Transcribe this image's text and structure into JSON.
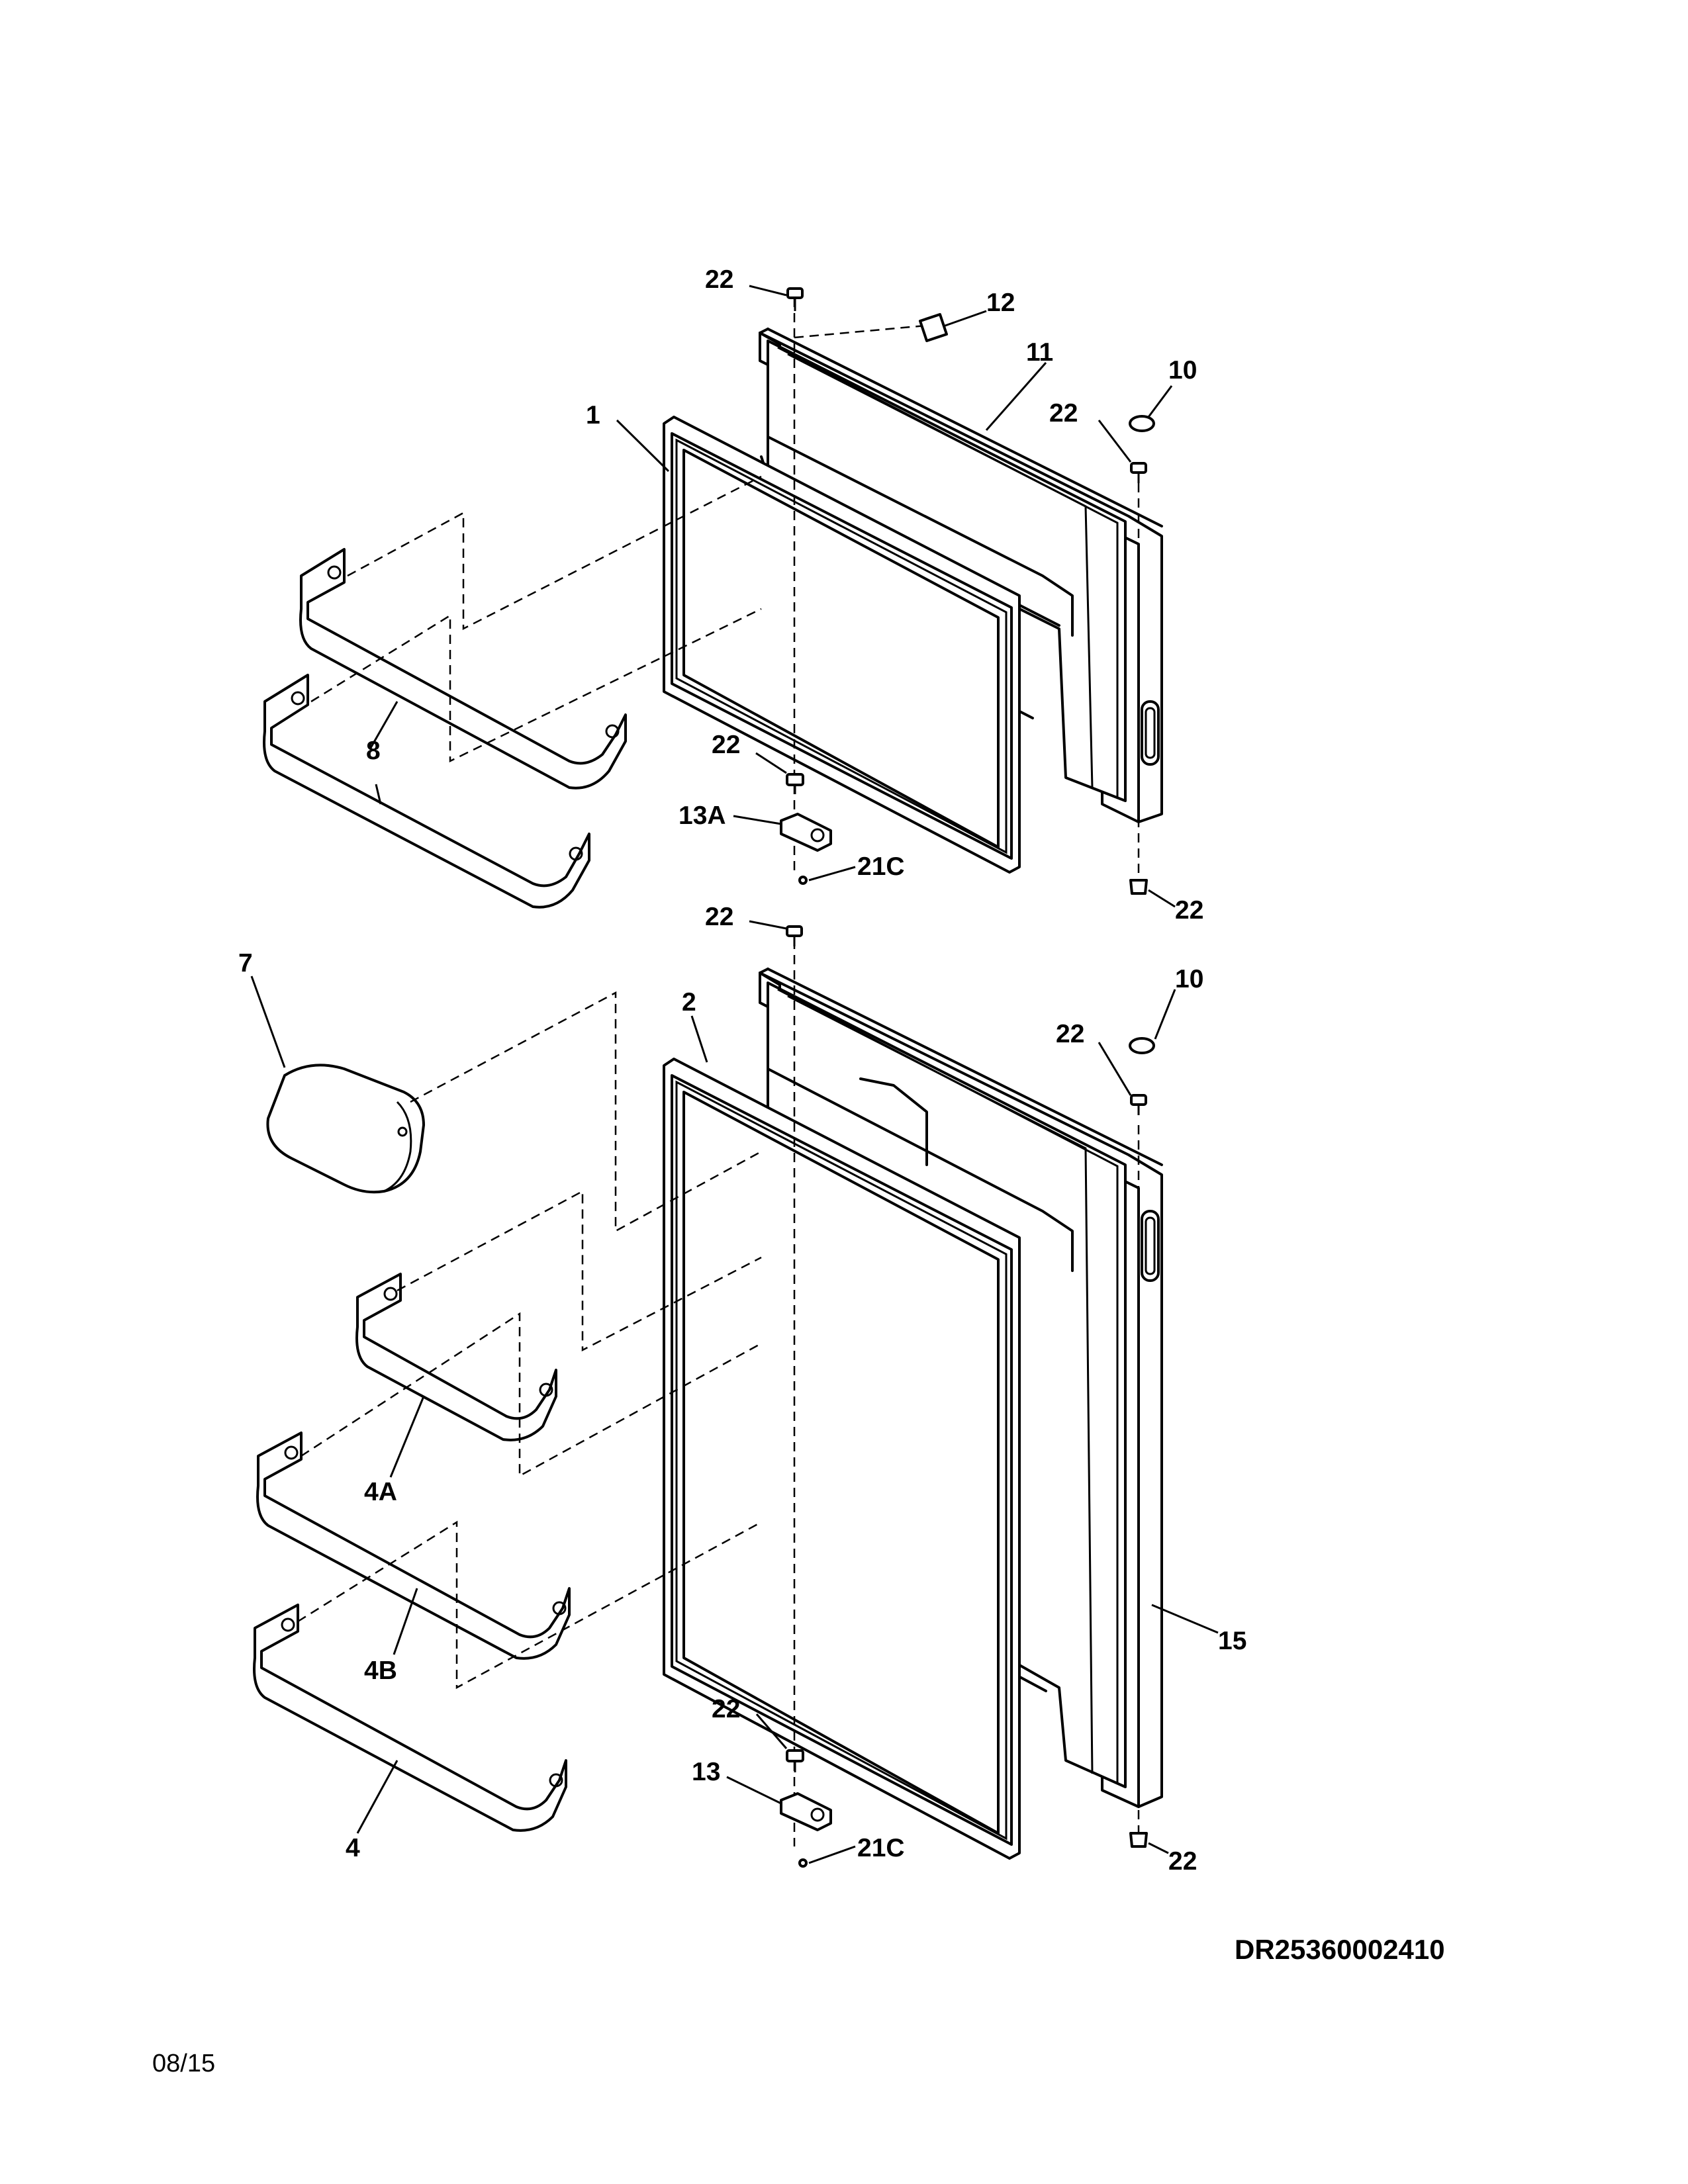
{
  "diagram": {
    "drawing_number": "DR25360002410",
    "date": "08/15",
    "callouts": {
      "c22_top": "22",
      "c12": "12",
      "c11": "11",
      "c10_top": "10",
      "c22_right_top": "22",
      "c1": "1",
      "c8": "8",
      "c22_mid": "22",
      "c13a": "13A",
      "c21c_top": "21C",
      "c22_br_top": "22",
      "c22_fz_top": "22",
      "c7": "7",
      "c2": "2",
      "c10_bot": "10",
      "c22_right_bot": "22",
      "c4a": "4A",
      "c4b": "4B",
      "c15": "15",
      "c22_low": "22",
      "c13": "13",
      "c21c_bot": "21C",
      "c4": "4",
      "c22_br_bot": "22"
    }
  }
}
